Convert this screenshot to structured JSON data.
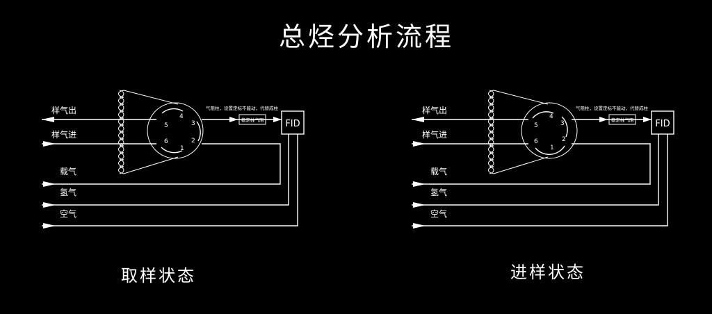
{
  "title": "总烃分析流程",
  "diagrams": [
    {
      "id": "sampling",
      "state_label": "取样状态",
      "inputs": [
        "样气出",
        "样气进",
        "载气",
        "氢气",
        "空气"
      ],
      "ports": [
        "1",
        "2",
        "3",
        "4",
        "5",
        "6"
      ],
      "column_note": "气阻柱，设置定标不能动，代替成柱",
      "box_label": "稳定柱气阻",
      "detector": "FID"
    },
    {
      "id": "injection",
      "state_label": "进样状态",
      "inputs": [
        "样气出",
        "样气进",
        "载气",
        "氢气",
        "空气"
      ],
      "ports": [
        "1",
        "2",
        "3",
        "4",
        "5",
        "6"
      ],
      "column_note": "气阻柱，设置定标不能动，代替成柱",
      "box_label": "稳定柱气阻",
      "detector": "FID"
    }
  ]
}
